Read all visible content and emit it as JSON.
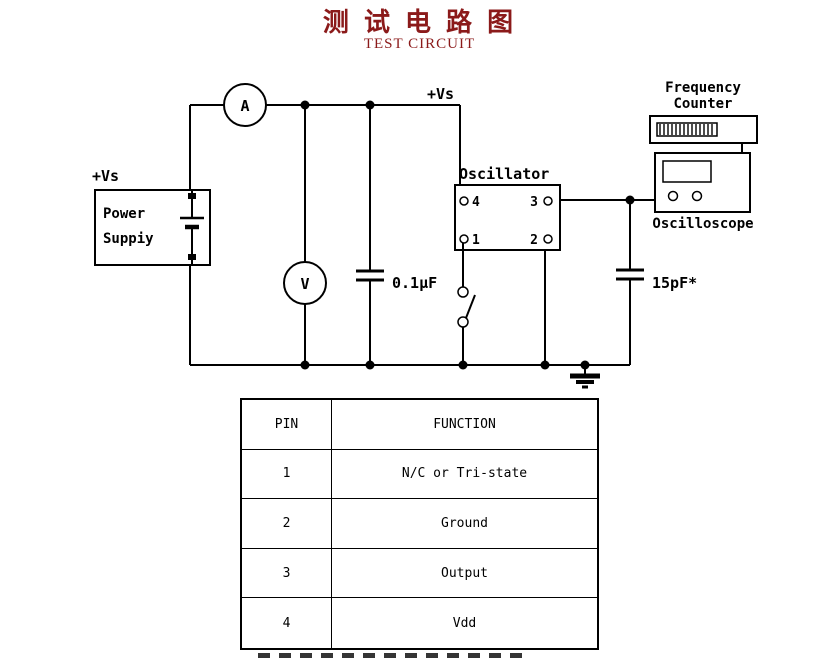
{
  "title": "测 试 电 路 图",
  "subtitle": "TEST CIRCUIT",
  "circuit": {
    "supply_rail_label": "+Vs",
    "power_supply_label": "+Vs",
    "power_supply_name_line1": "Power",
    "power_supply_name_line2": "Suppiy",
    "ammeter": "A",
    "voltmeter": "V",
    "bypass_capacitor": "0.1μF",
    "load_capacitor": "15pF*",
    "oscillator": "Oscillator",
    "pin_4": "4",
    "pin_3": "3",
    "pin_1": "1",
    "pin_2": "2",
    "frequency_counter_line1": "Frequency",
    "frequency_counter_line2": "Counter",
    "oscilloscope": "Oscilloscope"
  },
  "pin_table": {
    "headers": [
      "PIN",
      "FUNCTION"
    ],
    "rows": [
      {
        "pin": "1",
        "function": "N/C or Tri-state"
      },
      {
        "pin": "2",
        "function": "Ground"
      },
      {
        "pin": "3",
        "function": "Output"
      },
      {
        "pin": "4",
        "function": "Vdd"
      }
    ]
  },
  "colors": {
    "title_text": "#8B1A1A",
    "diagram_line": "#000000",
    "background": "#FFFFFF"
  }
}
